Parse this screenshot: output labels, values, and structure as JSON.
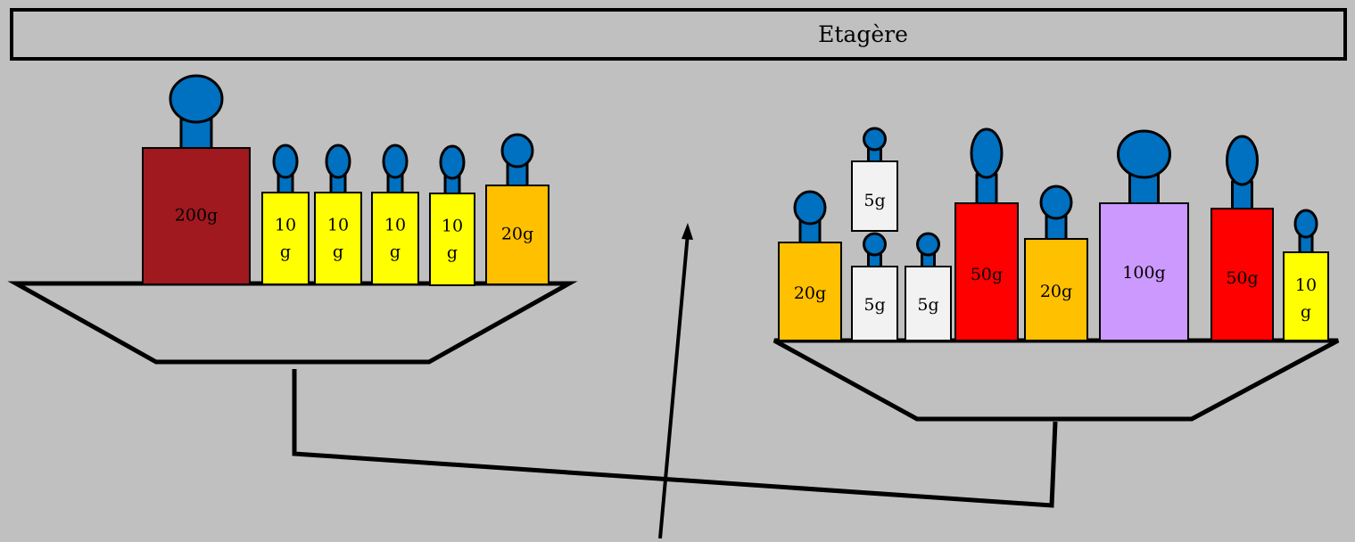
{
  "shelf": {
    "label": "Etagère"
  },
  "colors": {
    "background": "#c0c0c0",
    "knob": "#0070c0",
    "200g": "#a0191f",
    "100g": "#cc99ff",
    "50g": "#ff0000",
    "20g": "#ffc000",
    "10g": "#ffff00",
    "5g": "#f2f2f2"
  },
  "balance": {
    "left_pan": {
      "weights": [
        {
          "label": "200g",
          "color": "#a0191f"
        },
        {
          "label": "10 g",
          "color": "#ffff00"
        },
        {
          "label": "10 g",
          "color": "#ffff00"
        },
        {
          "label": "10 g",
          "color": "#ffff00"
        },
        {
          "label": "10 g",
          "color": "#ffff00"
        },
        {
          "label": "20g",
          "color": "#ffc000"
        }
      ]
    },
    "right_pan": {
      "weights": [
        {
          "label": "20g",
          "color": "#ffc000"
        },
        {
          "label": "5g",
          "color": "#f2f2f2"
        },
        {
          "label": "5g",
          "color": "#f2f2f2"
        },
        {
          "label": "5g",
          "color": "#f2f2f2"
        },
        {
          "label": "50g",
          "color": "#ff0000"
        },
        {
          "label": "20g",
          "color": "#ffc000"
        },
        {
          "label": "100g",
          "color": "#cc99ff"
        },
        {
          "label": "50g",
          "color": "#ff0000"
        },
        {
          "label": "10 g",
          "color": "#ffff00"
        }
      ]
    },
    "pointer": "arrow-up"
  }
}
